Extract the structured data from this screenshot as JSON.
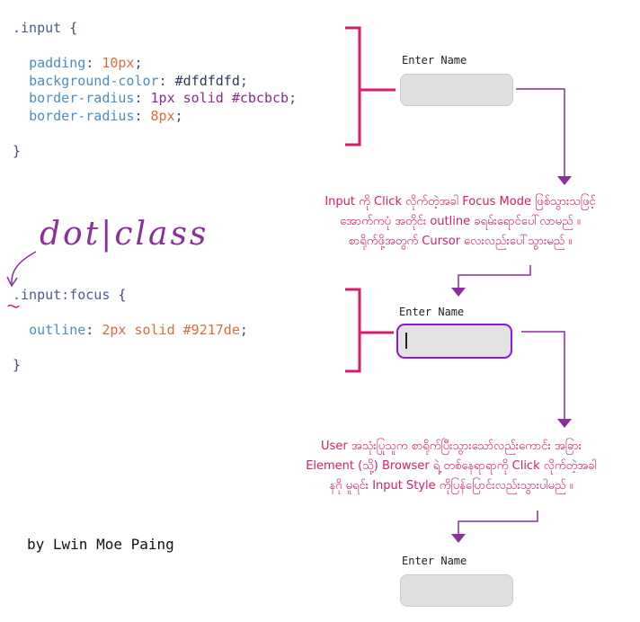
{
  "code_block_1": {
    "selector": ".input",
    "open": "{",
    "lines": [
      {
        "prop": "padding",
        "value": "10px"
      },
      {
        "prop": "background-color",
        "value": "#dfdfdfd"
      },
      {
        "prop": "border-radius",
        "value": "1px solid #cbcbcb"
      },
      {
        "prop": "border-radius",
        "value": "8px"
      }
    ],
    "close": "}"
  },
  "handwritten_note": "dot|class",
  "code_block_2": {
    "selector": ".input:focus",
    "open": "{",
    "lines": [
      {
        "prop": "outline",
        "value": "2px solid #9217de"
      }
    ],
    "close": "}"
  },
  "fields": [
    {
      "label": "Enter Name",
      "state": "default"
    },
    {
      "label": "Enter Name",
      "state": "focus"
    },
    {
      "label": "Enter Name",
      "state": "default"
    }
  ],
  "notes": [
    [
      "Input ကို Click လိုက်တဲ့အခါ Focus Mode ဖြစ်သွားသဖြင့်",
      "အောက်ကပုံ အတိုင်း outline ခရမ်းရောင်ပေါ်လာမည် ။",
      "စာရိုက်ဖို့အတွက် Cursor လေးလည်းပေါ်သွားမည် ။"
    ],
    [
      "User အသုံးပြုသူက စာရိုက်ပြီးသွားသော်လည်းကောင်း အခြား",
      "Element (သို့) Browser ရဲ့ တစ်နေရာရာကို Click လိုက်တဲ့အခါ",
      "နဂို မူရင်း Input Style ကိုပြန်ပြောင်းလည်းသွားပါမည် ။"
    ]
  ],
  "credit": "by Lwin Moe Paing",
  "colors": {
    "accent_purple": "#8a2f9e",
    "brace_pink": "#d81b6a",
    "note_pink": "#d81b6a",
    "focus_outline": "#9217de",
    "field_bg": "#dfdfdf",
    "field_border": "#cbcbcb"
  }
}
